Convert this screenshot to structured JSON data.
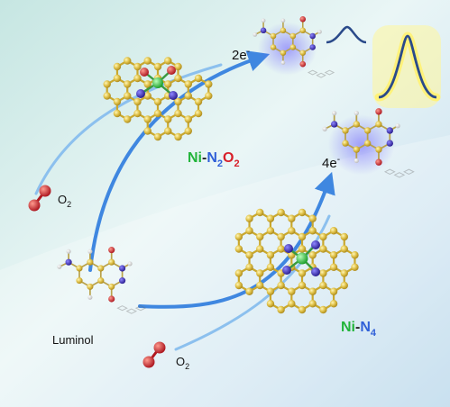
{
  "labels": {
    "electron_2": "2e",
    "electron_4": "4e",
    "electron_sup": "-",
    "o2_top_main": "O",
    "o2_top_sub": "2",
    "o2_bottom_main": "O",
    "o2_bottom_sub": "2",
    "luminol": "Luminol",
    "ni_n2o2_ni": "Ni",
    "ni_n2o2_dash": "-",
    "ni_n2o2_n": "N",
    "ni_n2o2_n_sub": "2",
    "ni_n2o2_o": "O",
    "ni_n2o2_o_sub": "2",
    "ni_n4_ni": "Ni",
    "ni_n4_dash": "-",
    "ni_n4_n": "N",
    "ni_n4_sub": "4"
  },
  "colors": {
    "carbon": "#d9b93a",
    "nitrogen": "#4434b8",
    "oxygen": "#d8202a",
    "nickel": "#2fcf3c",
    "arrow": "#3f87e0",
    "ni_label": "#22b43a",
    "n_label": "#3060d8",
    "o_label": "#d8202a",
    "glow": "#5a4cf0",
    "peak": "#2a4a8a",
    "peak_glow": "#fff27a"
  },
  "icons": [
    "luminol-molecule-icon",
    "o2-molecule-icon",
    "ni-n2o2-catalyst-icon",
    "ni-n4-catalyst-icon",
    "emission-peak-icon"
  ]
}
